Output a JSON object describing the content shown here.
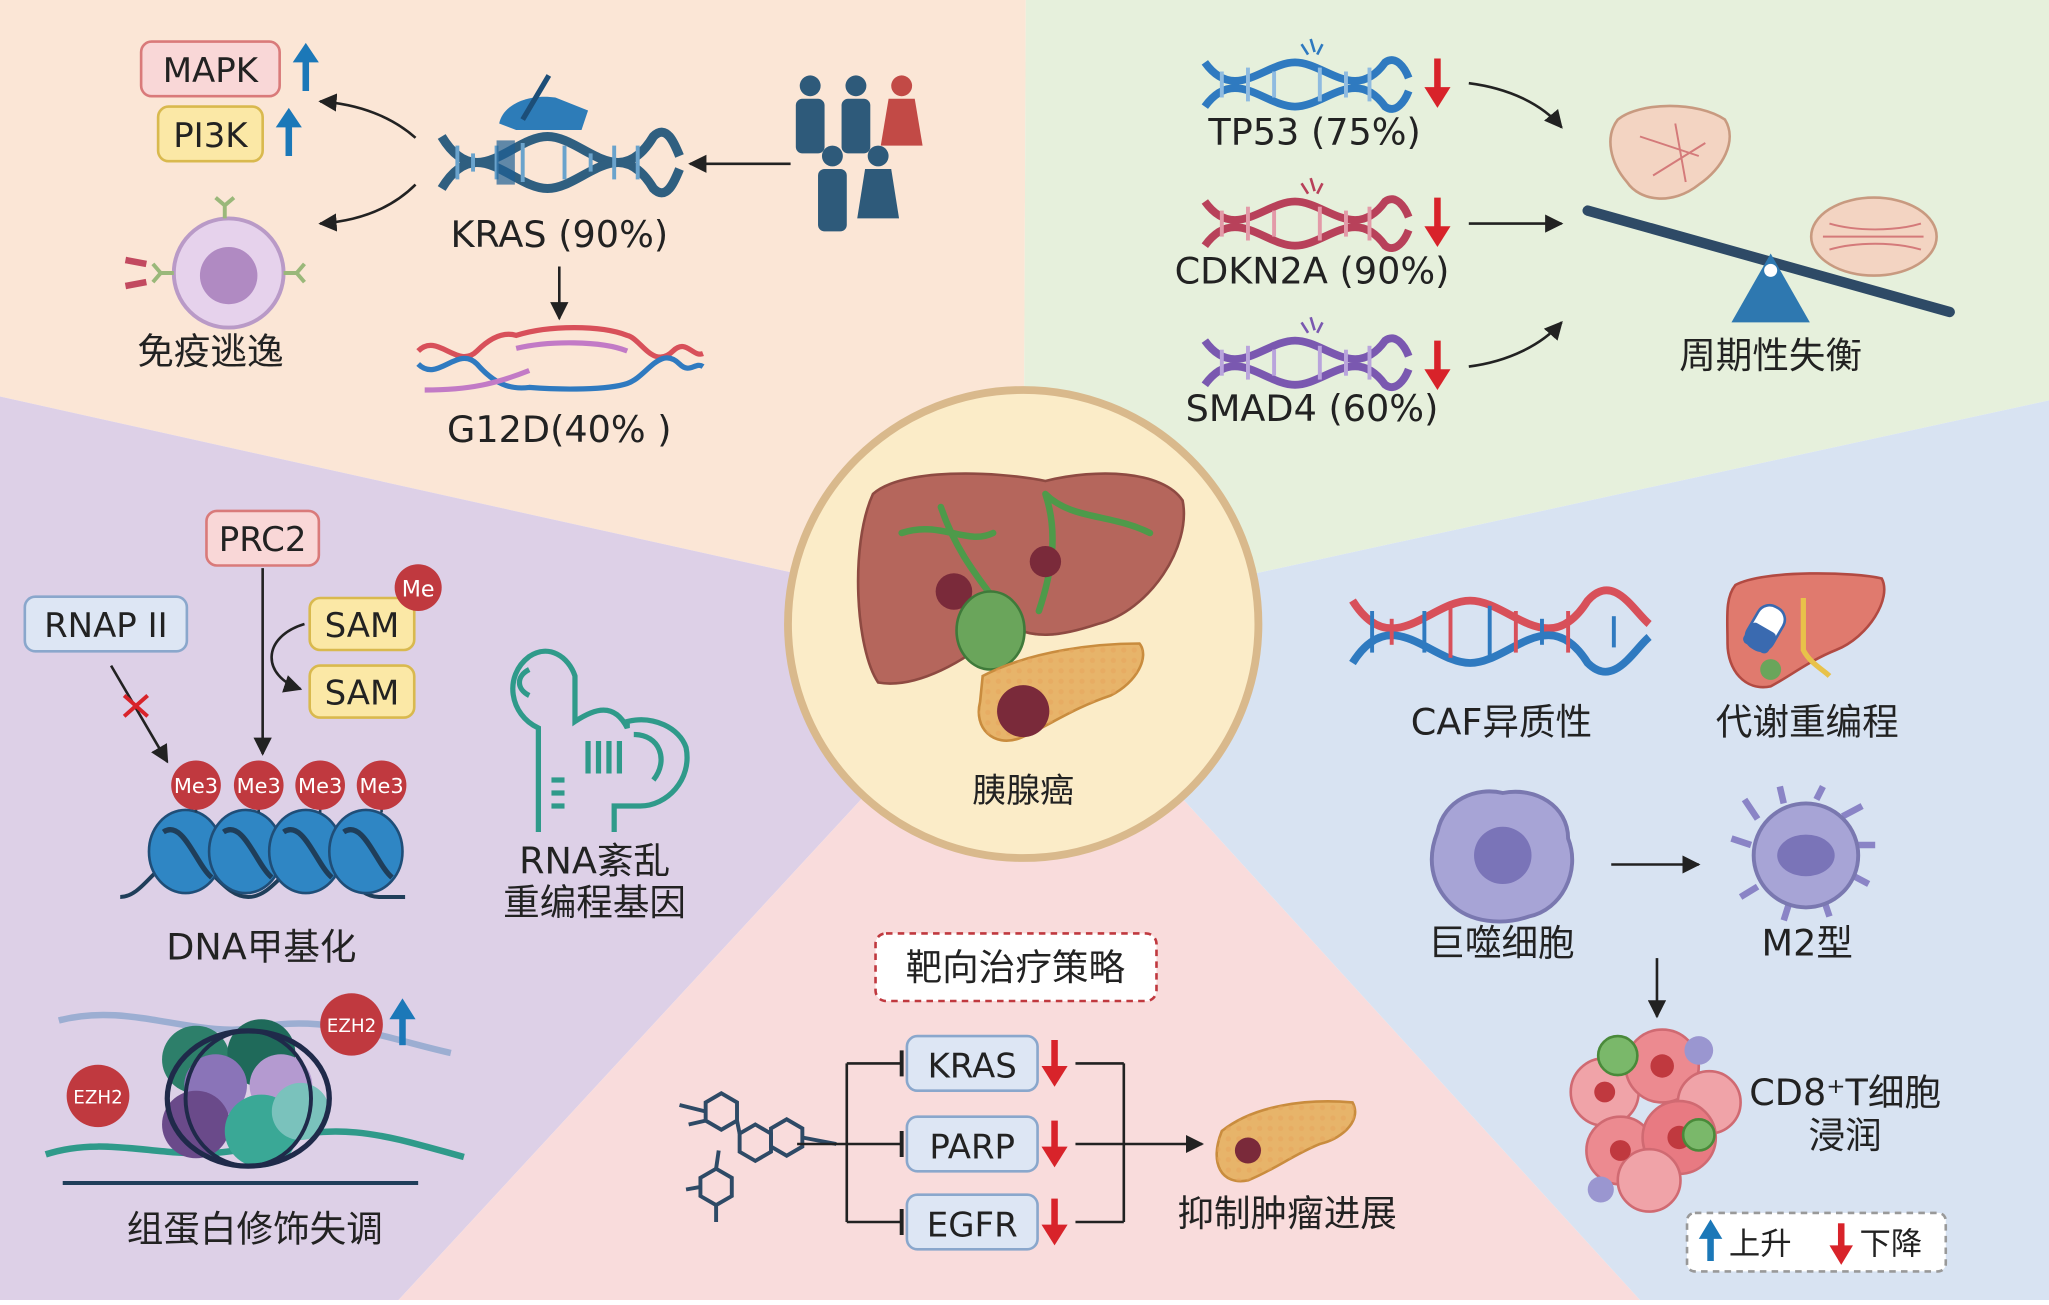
{
  "center": {
    "label": "胰腺癌"
  },
  "kras_section": {
    "kras_label": "KRAS (90%)",
    "mutation_label": "G12D(40% )",
    "mapk": "MAPK",
    "pi3k": "PI3K",
    "immune_label": "免疫逃逸"
  },
  "cell_cycle_section": {
    "tp53": "TP53 (75%)",
    "cdkn2a": "CDKN2A (90%)",
    "smad4": "SMAD4 (60%)",
    "outcome": "周期性失衡"
  },
  "epigenetic_section": {
    "prc2": "PRC2",
    "rnap": "RNAP II",
    "sam": "SAM",
    "me": "Me",
    "me3": "Me3",
    "dna_methylation": "DNA甲基化",
    "rna_line1": "RNA紊乱",
    "rna_line2": "重编程基因",
    "ezh2": "EZH2",
    "histone_label": "组蛋白修饰失调"
  },
  "therapy_section": {
    "title": "靶向治疗策略",
    "targets": [
      "KRAS",
      "PARP",
      "EGFR"
    ],
    "outcome": "抑制肿瘤进展"
  },
  "microenvironment_section": {
    "caf": "CAF异质性",
    "metabolism": "代谢重编程",
    "macrophage": "巨噬细胞",
    "m2": "M2型",
    "cd8_line1": "CD8⁺T细胞",
    "cd8_line2": "浸润"
  },
  "legend": {
    "up": "上升",
    "down": "下降"
  },
  "colors": {
    "bg_peach": "#fbe6d6",
    "bg_green": "#e6f0dc",
    "bg_purple": "#ddd0e7",
    "bg_pink": "#f9dcdc",
    "bg_blue": "#d8e3f2",
    "up_arrow": "#1b78b8",
    "down_arrow": "#d8232a"
  }
}
